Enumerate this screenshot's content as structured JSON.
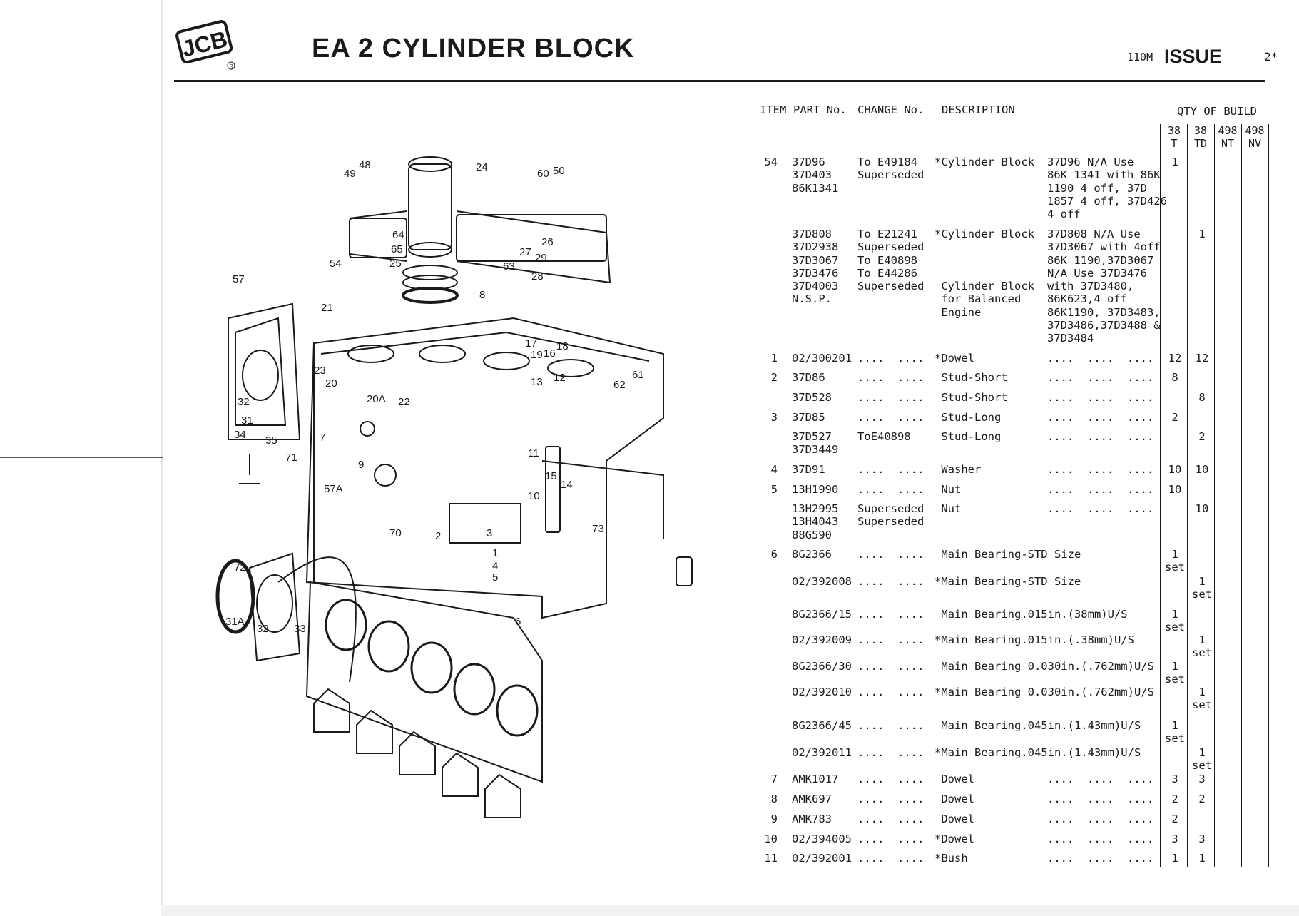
{
  "header": {
    "title": "EA 2 CYLINDER BLOCK",
    "logo_text": "JCB",
    "issue_code": "110M",
    "issue_label": "ISSUE",
    "issue_number": "2*"
  },
  "table": {
    "headers": {
      "item": "ITEM",
      "part": "PART No.",
      "change": "CHANGE No.",
      "description": "DESCRIPTION",
      "qty": "QTY OF BUILD"
    },
    "qty_columns": [
      {
        "top": "38",
        "bottom": "T"
      },
      {
        "top": "38",
        "bottom": "TD"
      },
      {
        "top": "498",
        "bottom": "NT"
      },
      {
        "top": "498",
        "bottom": "NV"
      }
    ],
    "rows": [
      {
        "item": "54",
        "part": "37D96\n37D403\n86K1341",
        "change": "To E49184\nSuperseded",
        "desc": "*Cylinder Block",
        "note": "37D96 N/A Use\n86K 1341 with 86K\n1190 4 off, 37D\n1857 4 off, 37D426\n4 off",
        "q1": "1",
        "q2": "",
        "q3": ""
      },
      {
        "item": "",
        "part": "37D808\n37D2938\n37D3067\n37D3476\n37D4003\nN.S.P.",
        "change": "To E21241\nSuperseded\nTo E40898\nTo E44286\nSuperseded",
        "desc": "*Cylinder Block\n\n\n\n Cylinder Block\n for Balanced\n Engine",
        "note": "37D808 N/A Use\n37D3067 with 4off\n86K 1190,37D3067\nN/A Use 37D3476\nwith 37D3480,\n86K623,4 off\n86K1190, 37D3483,\n37D3486,37D3488 &\n37D3484",
        "q1": "",
        "q2": "1",
        "q3": ""
      },
      {
        "item": "1",
        "part": "02/300201",
        "change": "....  ....",
        "desc": "*Dowel",
        "note": "....  ....  ....",
        "q1": "12",
        "q2": "12",
        "q3": ""
      },
      {
        "item": "2",
        "part": "37D86",
        "change": "....  ....",
        "desc": " Stud-Short",
        "note": "....  ....  ....",
        "q1": "8",
        "q2": "",
        "q3": ""
      },
      {
        "item": "",
        "part": "37D528",
        "change": "....  ....",
        "desc": " Stud-Short",
        "note": "....  ....  ....",
        "q1": "",
        "q2": "8",
        "q3": ""
      },
      {
        "item": "3",
        "part": "37D85",
        "change": "....  ....",
        "desc": " Stud-Long",
        "note": "....  ....  ....",
        "q1": "2",
        "q2": "",
        "q3": ""
      },
      {
        "item": "",
        "part": "37D527\n37D3449",
        "change": "ToE40898",
        "desc": " Stud-Long",
        "note": "....  ....  ....",
        "q1": "",
        "q2": "2",
        "q3": ""
      },
      {
        "item": "4",
        "part": "37D91",
        "change": "....  ....",
        "desc": " Washer",
        "note": "....  ....  ....",
        "q1": "10",
        "q2": "10",
        "q3": ""
      },
      {
        "item": "5",
        "part": "13H1990",
        "change": "....  ....",
        "desc": " Nut",
        "note": "....  ....  ....",
        "q1": "10",
        "q2": "",
        "q3": ""
      },
      {
        "item": "",
        "part": "13H2995\n13H4043\n88G590",
        "change": "Superseded\nSuperseded",
        "desc": " Nut",
        "note": "....  ....  ....",
        "q1": "",
        "q2": "10",
        "q3": ""
      },
      {
        "item": "6",
        "part": "8G2366",
        "change": "....  ....",
        "desc": " Main Bearing-STD Size",
        "note": "",
        "q1": "1\nset",
        "q2": "",
        "q3": ""
      },
      {
        "item": "",
        "part": "02/392008",
        "change": "....  ....",
        "desc": "*Main Bearing-STD Size",
        "note": "",
        "q1": "",
        "q2": "1\nset",
        "q3": ""
      },
      {
        "item": "",
        "part": "8G2366/15",
        "change": "....  ....",
        "desc": " Main Bearing.015in.(38mm)U/S",
        "note": "",
        "q1": "1\nset",
        "q2": "",
        "q3": ""
      },
      {
        "item": "",
        "part": "02/392009",
        "change": "....  ....",
        "desc": "*Main Bearing.015in.(.38mm)U/S",
        "note": "",
        "q1": "",
        "q2": "1\nset",
        "q3": ""
      },
      {
        "item": "",
        "part": "8G2366/30",
        "change": "....  ....",
        "desc": " Main Bearing 0.030in.(.762mm)U/S",
        "note": "",
        "q1": "1\nset",
        "q2": "",
        "q3": ""
      },
      {
        "item": "",
        "part": "02/392010",
        "change": "....  ....",
        "desc": "*Main Bearing 0.030in.(.762mm)U/S",
        "note": "",
        "q1": "",
        "q2": "1\nset",
        "q3": ""
      },
      {
        "item": "",
        "part": "8G2366/45",
        "change": "....  ....",
        "desc": " Main Bearing.045in.(1.43mm)U/S",
        "note": "",
        "q1": "1\nset",
        "q2": "",
        "q3": ""
      },
      {
        "item": "",
        "part": "02/392011",
        "change": "....  ....",
        "desc": "*Main Bearing.045in.(1.43mm)U/S",
        "note": "",
        "q1": "",
        "q2": "1\nset",
        "q3": ""
      },
      {
        "item": "7",
        "part": "AMK1017",
        "change": "....  ....",
        "desc": " Dowel",
        "note": "....  ....  ....",
        "q1": "3",
        "q2": "3",
        "q3": ""
      },
      {
        "item": "8",
        "part": "AMK697",
        "change": "....  ....",
        "desc": " Dowel",
        "note": "....  ....  ....",
        "q1": "2",
        "q2": "2",
        "q3": ""
      },
      {
        "item": "9",
        "part": "AMK783",
        "change": "....  ....",
        "desc": " Dowel",
        "note": "....  ....  ....",
        "q1": "2",
        "q2": "",
        "q3": ""
      },
      {
        "item": "10",
        "part": "02/394005",
        "change": "....  ....",
        "desc": "*Dowel",
        "note": "....  ....  ....",
        "q1": "3",
        "q2": "3",
        "q3": ""
      },
      {
        "item": "11",
        "part": "02/392001",
        "change": "....  ....",
        "desc": "*Bush",
        "note": "....  ....  ....",
        "q1": "1",
        "q2": "1",
        "q3": ""
      }
    ]
  },
  "diagram_labels": [
    "48",
    "49",
    "24",
    "60",
    "50",
    "64",
    "65",
    "25",
    "26",
    "27",
    "29",
    "28",
    "63",
    "8",
    "54",
    "57",
    "21",
    "17",
    "16",
    "18",
    "19",
    "23",
    "20",
    "12",
    "13",
    "62",
    "61",
    "20A",
    "22",
    "32",
    "31",
    "34",
    "35",
    "71",
    "7",
    "9",
    "57A",
    "11",
    "15",
    "14",
    "10",
    "2",
    "72",
    "3",
    "73",
    "70",
    "1",
    "4",
    "5",
    "31A",
    "32",
    "33",
    "6"
  ]
}
